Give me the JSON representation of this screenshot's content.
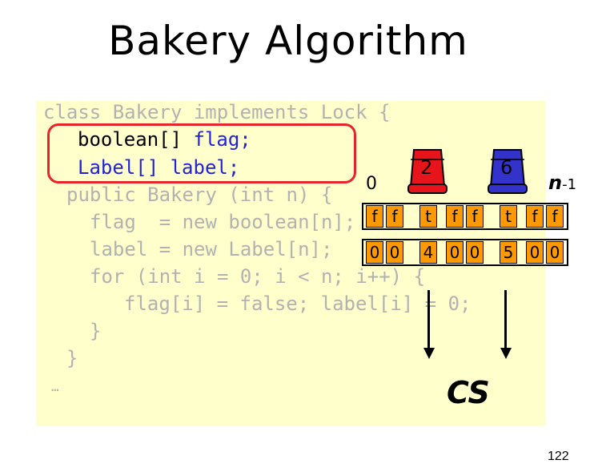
{
  "title": "Bakery Algorithm",
  "code": {
    "line1": "class Bakery implements Lock {",
    "line2_type": "boolean[] ",
    "line2_name": "flag;",
    "line3_type": "Label[] ",
    "line3_name": "label;",
    "line4": "public Bakery (int n) {",
    "line5": "flag  = new boolean[n];",
    "line6": "label = new Label[n];",
    "line7": "for (int i = 0; i < n; i++) {",
    "line8": "flag[i] = false; label[i] = 0;",
    "line9": "}",
    "line10": "}",
    "line11": "…"
  },
  "diagram": {
    "index_start": "0",
    "index_end": "n",
    "index_end_sub": "-1",
    "flags": [
      "f",
      "f",
      "t",
      "f",
      "f",
      "t",
      "f",
      "f"
    ],
    "labels": [
      "0",
      "0",
      "4",
      "0",
      "0",
      "5",
      "0",
      "0"
    ],
    "thread_red_number": "2",
    "thread_blue_number": "6",
    "thread_red_color": "#e8141b",
    "thread_blue_color": "#3333cc",
    "cell_color": "#ff9900",
    "critical_section": "CS"
  },
  "highlight_color": "#e8232b",
  "page_number": "122"
}
